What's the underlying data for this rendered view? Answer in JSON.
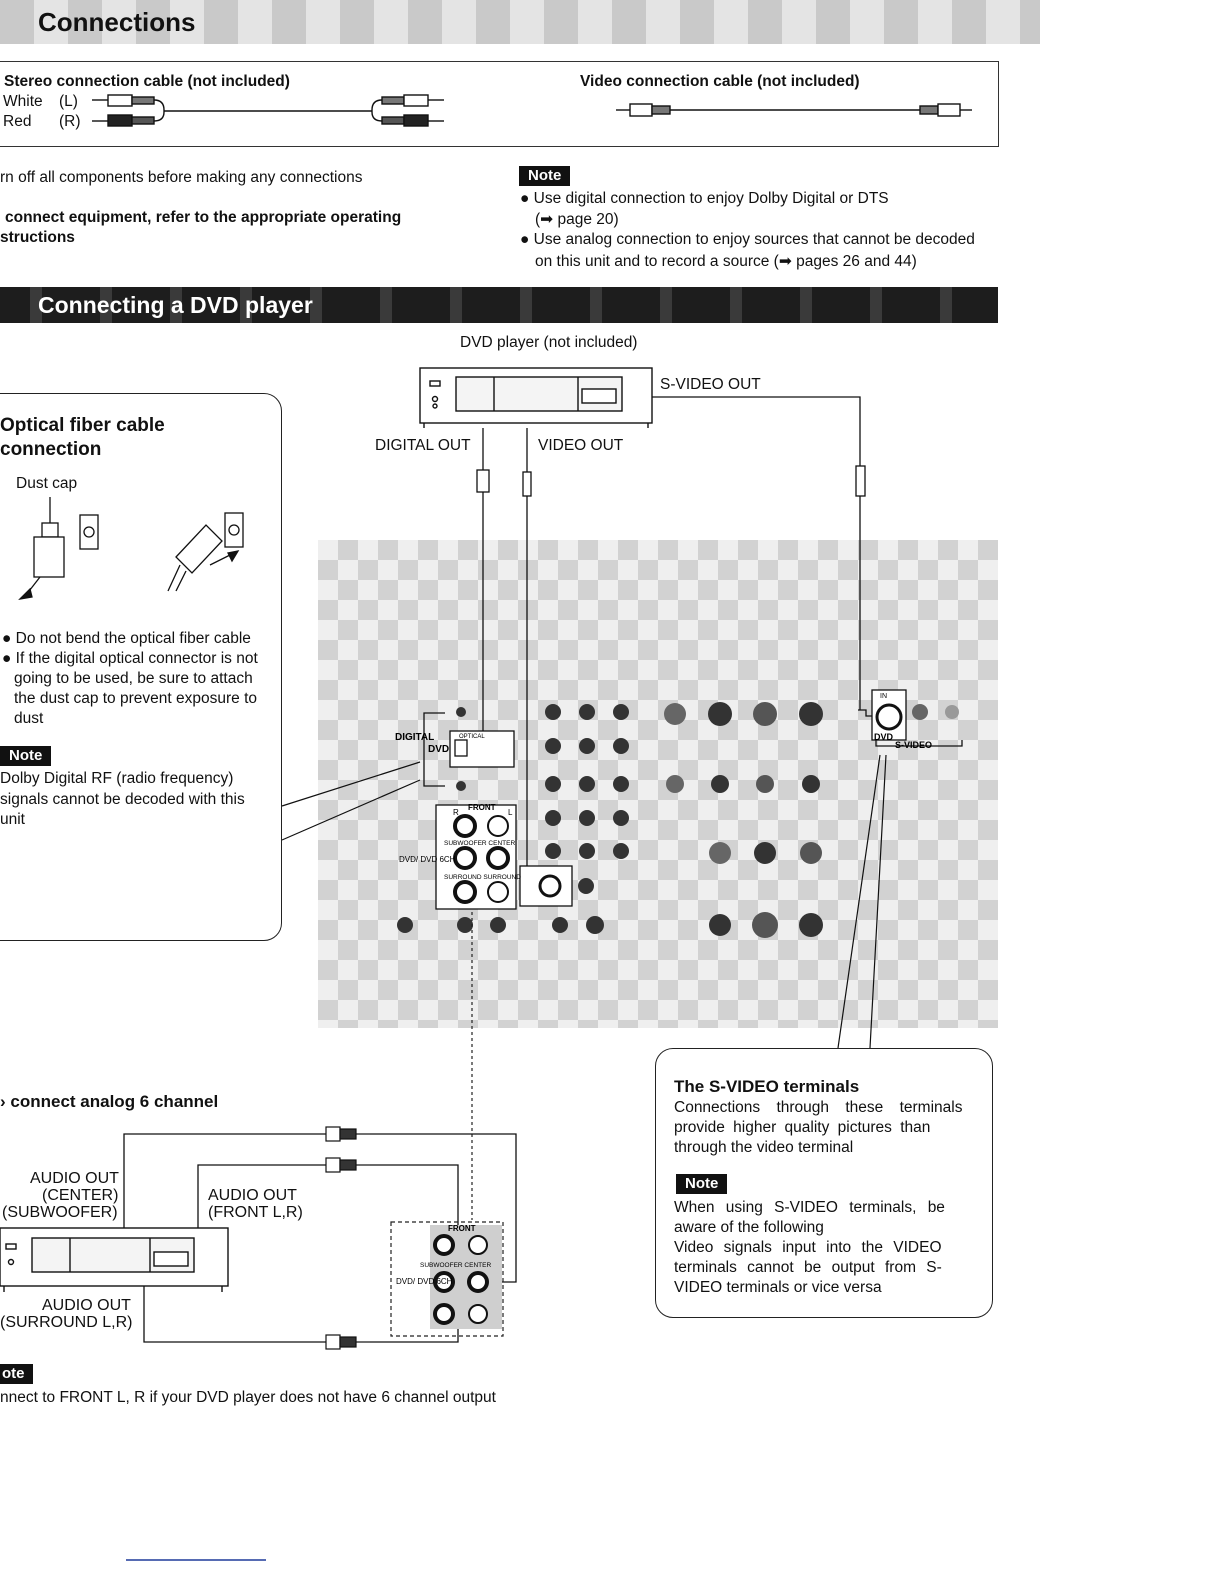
{
  "header": {
    "title": "Connections"
  },
  "cables": {
    "stereo_title": "Stereo connection cable (not included)",
    "white_label": "White",
    "white_ch": "(L)",
    "red_label": "Red",
    "red_ch": "(R)",
    "video_title": "Video connection cable (not included)"
  },
  "intro": {
    "turn_off": "rn off all components before making any connections",
    "refer_line1": "connect equipment, refer to the appropriate operating",
    "refer_line2": "structions"
  },
  "top_note": {
    "badge": "Note",
    "b1_line1": "Use digital connection to enjoy Dolby Digital or DTS",
    "b1_line2": "(➡ page 20)",
    "b2_line1": "Use analog connection to enjoy sources that cannot be decoded",
    "b2_line2": "on this unit and to record a source (➡ pages 26 and 44)"
  },
  "section": {
    "title": "Connecting a DVD player"
  },
  "dvd_diagram": {
    "player_label": "DVD player (not included)",
    "svideo_out": "S-VIDEO OUT",
    "digital_out": "DIGITAL OUT",
    "video_out": "VIDEO OUT",
    "panel_digital": "DIGITAL",
    "panel_optical": "OPTICAL",
    "panel_dvd": "DVD",
    "panel_front": "FRONT",
    "panel_r": "R",
    "panel_l": "L",
    "panel_sub_center": "SUBWOOFER CENTER",
    "panel_dvd6ch": "DVD/ DVD 6CH",
    "panel_surround": "SURROUND SURROUND",
    "panel_svideo": "S-VIDEO",
    "panel_in": "IN"
  },
  "optical_box": {
    "title_line1": "Optical fiber cable",
    "title_line2": "connection",
    "dust_cap": "Dust cap",
    "bullet1": "Do not bend the optical fiber cable",
    "bullet2_line1": "If the digital optical connector is not",
    "bullet2_line2": "going to be used, be sure to attach",
    "bullet2_line3": "the dust cap to prevent exposure to",
    "bullet2_line4": "dust",
    "note_badge": "Note",
    "note_line1": "Dolby Digital RF (radio frequency)",
    "note_line2": "signals cannot be decoded with this",
    "note_line3": "unit"
  },
  "svideo_box": {
    "title": "The S-VIDEO terminals",
    "line1": "Connections through these terminals",
    "line2": "provide higher quality pictures than",
    "line3": "through the video terminal",
    "note_badge": "Note",
    "note1": "When using S-VIDEO terminals, be",
    "note2": "aware of the following",
    "note3": "Video signals input into the VIDEO",
    "note4": "terminals cannot be output from S-",
    "note5": "VIDEO terminals or vice versa"
  },
  "analog": {
    "title": "connect analog 6 channel",
    "center_l1": "AUDIO OUT",
    "center_l2": "(CENTER)",
    "center_l3": "(SUBWOOFER)",
    "front_l1": "AUDIO OUT",
    "front_l2": "(FRONT L,R)",
    "surround_l1": "AUDIO OUT",
    "surround_l2": "(SURROUND L,R)",
    "mini_front": "FRONT",
    "mini_sub": "SUBWOOFER CENTER",
    "mini_dvd": "DVD/ DVD 6CH"
  },
  "bottom_note": {
    "badge": "ote",
    "text": "nnect to FRONT L, R if your DVD player does not have 6 channel output"
  }
}
